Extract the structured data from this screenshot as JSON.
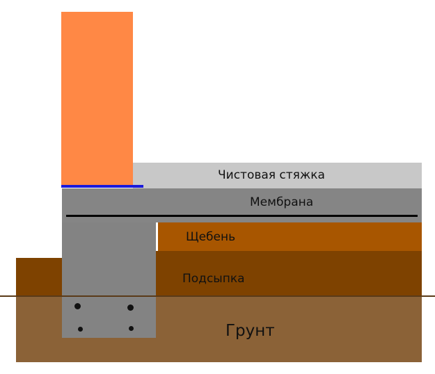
{
  "layers": {
    "finish_screed": {
      "label": "Чистовая стяжка",
      "color": "#c8c8c8"
    },
    "membrane": {
      "label": "Мембрана",
      "color": "#858585"
    },
    "crushed_stone": {
      "label": "Щебень",
      "color": "#a85600"
    },
    "backfill": {
      "label": "Подсыпка",
      "color": "#7e4200"
    },
    "ground": {
      "label": "Грунт",
      "color": "#8b6237"
    }
  },
  "wall": {
    "color": "#ff8845"
  },
  "foundation": {
    "color": "#838383"
  },
  "waterproofing": {
    "color": "#1a1adb"
  },
  "membrane_line": {
    "color": "#000000"
  },
  "ground_line": {
    "color": "#5a3a18"
  },
  "rebar": {
    "color": "#111111",
    "count": 4
  }
}
